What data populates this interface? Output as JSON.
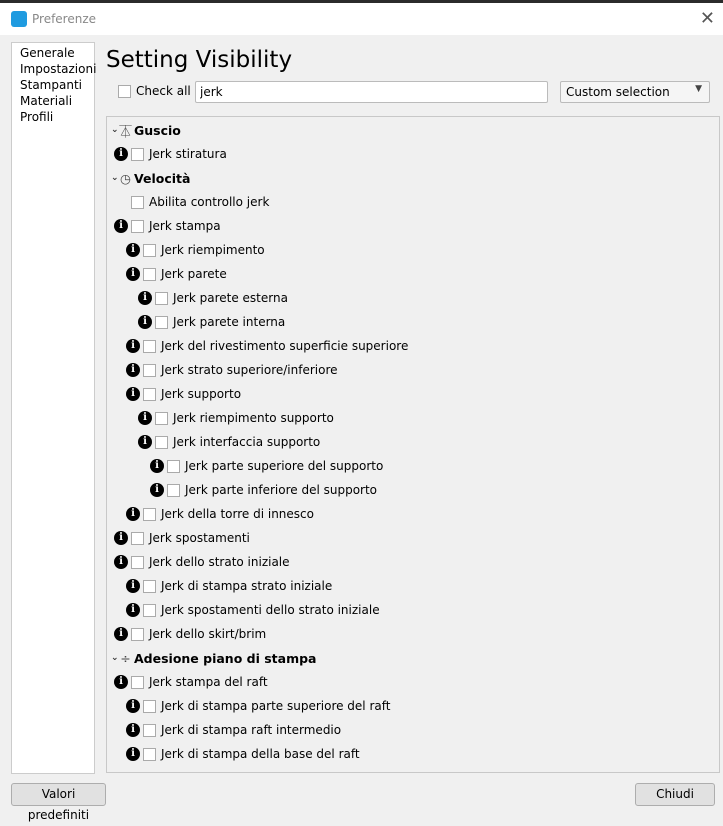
{
  "window": {
    "title": "Preferenze",
    "logo": "C"
  },
  "sidebar": {
    "items": [
      "Generale",
      "Impostazioni",
      "Stampanti",
      "Materiali",
      "Profili"
    ]
  },
  "main": {
    "title": "Setting Visibility",
    "check_all": "Check all",
    "search_value": "jerk",
    "dropdown": "Custom selection"
  },
  "settings": [
    {
      "type": "cat",
      "label": "Guscio",
      "icon": "shell-icon",
      "glyph": "⏄"
    },
    {
      "label": "Jerk stiratura",
      "level": 0,
      "info": true
    },
    {
      "type": "cat",
      "label": "Velocità",
      "icon": "speed-gauge-icon",
      "glyph": "◷"
    },
    {
      "label": "Abilita controllo jerk",
      "level": 0,
      "info": false
    },
    {
      "label": "Jerk stampa",
      "level": 0,
      "info": true
    },
    {
      "label": "Jerk riempimento",
      "level": 1,
      "info": true
    },
    {
      "label": "Jerk parete",
      "level": 1,
      "info": true
    },
    {
      "label": "Jerk parete esterna",
      "level": 2,
      "info": true
    },
    {
      "label": "Jerk parete interna",
      "level": 2,
      "info": true
    },
    {
      "label": "Jerk del rivestimento superficie superiore",
      "level": 1,
      "info": true
    },
    {
      "label": "Jerk strato superiore/inferiore",
      "level": 1,
      "info": true
    },
    {
      "label": "Jerk supporto",
      "level": 1,
      "info": true
    },
    {
      "label": "Jerk riempimento supporto",
      "level": 2,
      "info": true
    },
    {
      "label": "Jerk interfaccia supporto",
      "level": 2,
      "info": true
    },
    {
      "label": "Jerk parte superiore del supporto",
      "level": 3,
      "info": true
    },
    {
      "label": "Jerk parte inferiore del supporto",
      "level": 3,
      "info": true
    },
    {
      "label": "Jerk della torre di innesco",
      "level": 1,
      "info": true
    },
    {
      "label": "Jerk spostamenti",
      "level": 0,
      "info": true
    },
    {
      "label": "Jerk dello strato iniziale",
      "level": 0,
      "info": true
    },
    {
      "label": "Jerk di stampa strato iniziale",
      "level": 1,
      "info": true
    },
    {
      "label": "Jerk spostamenti dello strato iniziale",
      "level": 1,
      "info": true
    },
    {
      "label": "Jerk dello skirt/brim",
      "level": 0,
      "info": true
    },
    {
      "type": "cat",
      "label": "Adesione piano di stampa",
      "icon": "adhesion-icon",
      "glyph": "÷"
    },
    {
      "label": "Jerk stampa del raft",
      "level": 0,
      "info": true
    },
    {
      "label": "Jerk di stampa parte superiore del raft",
      "level": 1,
      "info": true
    },
    {
      "label": "Jerk di stampa raft intermedio",
      "level": 1,
      "info": true
    },
    {
      "label": "Jerk di stampa della base del raft",
      "level": 1,
      "info": true
    }
  ],
  "footer": {
    "defaults": "Valori predefiniti",
    "close": "Chiudi"
  }
}
